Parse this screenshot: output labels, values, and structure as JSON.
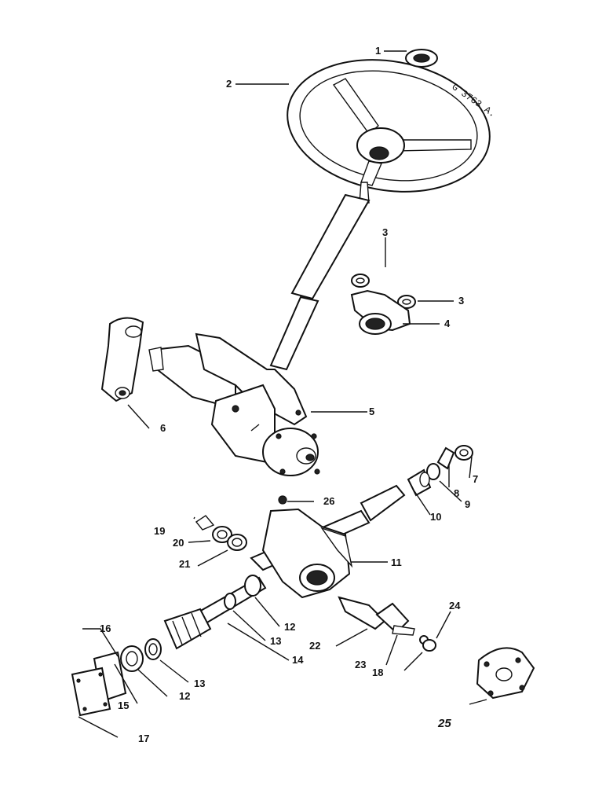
{
  "drawing_code": "G 3763 A.",
  "callouts": [
    {
      "id": "c1",
      "text": "1"
    },
    {
      "id": "c2",
      "text": "2"
    },
    {
      "id": "c3a",
      "text": "3"
    },
    {
      "id": "c3b",
      "text": "3"
    },
    {
      "id": "c4",
      "text": "4"
    },
    {
      "id": "c5",
      "text": "5"
    },
    {
      "id": "c6",
      "text": "6"
    },
    {
      "id": "c7",
      "text": "7"
    },
    {
      "id": "c8",
      "text": "8"
    },
    {
      "id": "c9",
      "text": "9"
    },
    {
      "id": "c10",
      "text": "10"
    },
    {
      "id": "c11",
      "text": "11"
    },
    {
      "id": "c12a",
      "text": "12"
    },
    {
      "id": "c12b",
      "text": "12"
    },
    {
      "id": "c13a",
      "text": "13"
    },
    {
      "id": "c13b",
      "text": "13"
    },
    {
      "id": "c14",
      "text": "14"
    },
    {
      "id": "c15",
      "text": "15"
    },
    {
      "id": "c16",
      "text": "16"
    },
    {
      "id": "c17",
      "text": "17"
    },
    {
      "id": "c18",
      "text": "18"
    },
    {
      "id": "c19",
      "text": "19"
    },
    {
      "id": "c20",
      "text": "20"
    },
    {
      "id": "c21",
      "text": "21"
    },
    {
      "id": "c22",
      "text": "22"
    },
    {
      "id": "c23",
      "text": "23"
    },
    {
      "id": "c24",
      "text": "24"
    },
    {
      "id": "c25",
      "text": "25"
    },
    {
      "id": "c26",
      "text": "26"
    }
  ]
}
